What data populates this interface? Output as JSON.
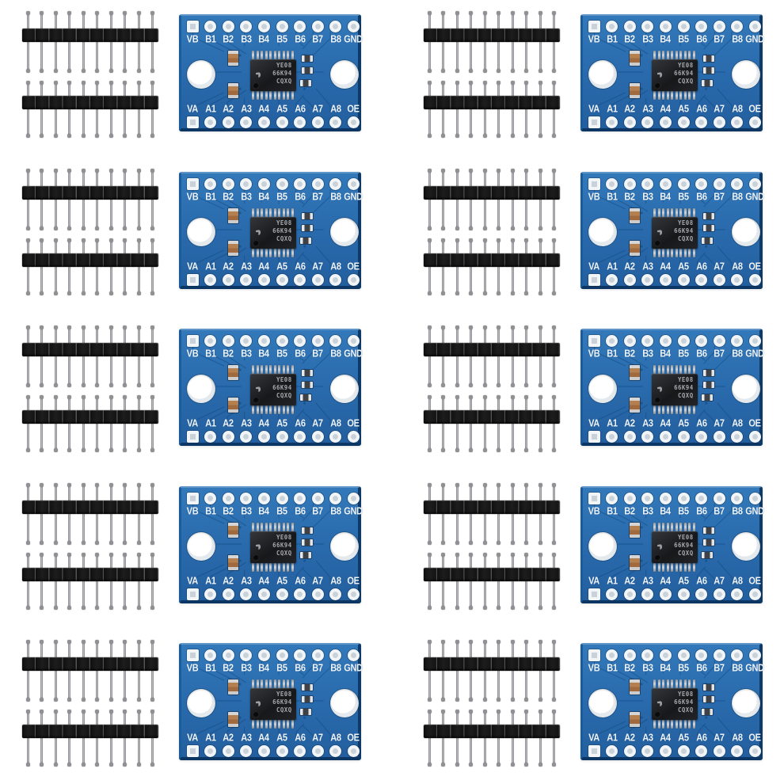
{
  "scene": {
    "description": "Ten blue 8-channel bidirectional logic level converter breakout modules, each with two 10-pin male headers, on a white background",
    "background_color": "#ffffff"
  },
  "grid": {
    "rows": 5,
    "columns": 2,
    "module_count": 10
  },
  "headers": {
    "headers_per_module": 2,
    "pins_per_header": 10
  },
  "board": {
    "top_labels": [
      "VB",
      "B1",
      "B2",
      "B3",
      "B4",
      "B5",
      "B6",
      "B7",
      "B8",
      "GND"
    ],
    "bottom_labels": [
      "VA",
      "A1",
      "A2",
      "A3",
      "A4",
      "A5",
      "A6",
      "A7",
      "A8",
      "OE"
    ],
    "chip_marking": [
      "YE08",
      "66K94",
      "CQXQ"
    ],
    "mounting_holes": 2,
    "capacitor_count": 2,
    "resistor_count": 3,
    "colors": {
      "pcb_blue": "#2a6cae",
      "pcb_edge_dark": "#0e3a68",
      "pcb_edge_light": "#5f95c7",
      "silkscreen": "#edf3f9",
      "trace": "#10497f",
      "header_plastic": "#141414",
      "pin_metal": "#9a9a9e",
      "ic_body": "#1c1d1f",
      "ic_text": "#a4a9ae",
      "capacitor_body": "#b5804f",
      "pad_ring": "#f2f5f7",
      "pad_center": "#cad2d9"
    }
  }
}
